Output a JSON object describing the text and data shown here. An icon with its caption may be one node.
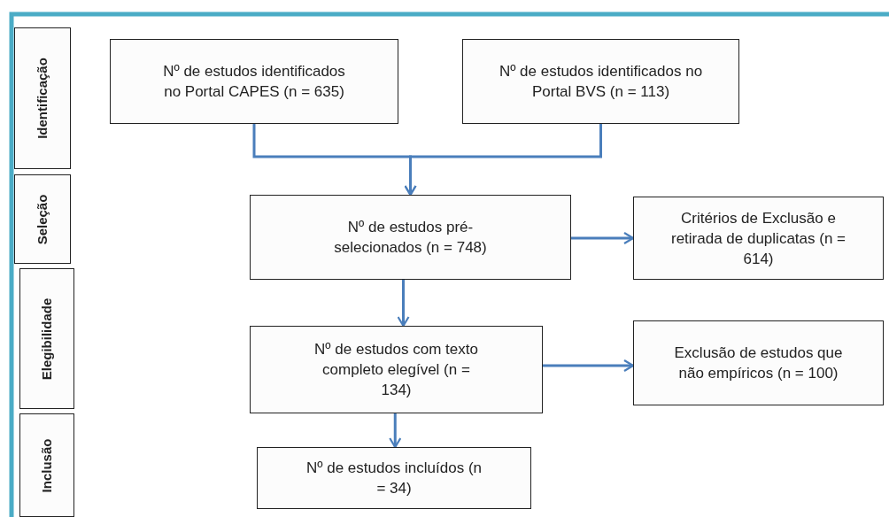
{
  "diagram": {
    "nodes": [
      {
        "text": [
          "Identificação"
        ]
      },
      {
        "text": [
          "Seleção"
        ]
      },
      {
        "text": [
          "Elegibilidade"
        ]
      },
      {
        "text": [
          "Inclusão"
        ]
      },
      {
        "text": [
          "Nº de estudos identificados no Portal CAPES (n = 635)"
        ]
      },
      {
        "text": [
          "Nº de estudos identificados no Portal BVS (n = 113)"
        ]
      },
      {
        "text": [
          "Nº de estudos pré-selecionados (n = 748)"
        ]
      },
      {
        "text": [
          "Critérios de Exclusão e retirada de duplicatas (n = 614)"
        ]
      },
      {
        "text": [
          "Nº de estudos com texto completo elegível (n = 134)"
        ]
      },
      {
        "text": [
          "Exclusão de estudos que não empíricos (n = 100)"
        ]
      },
      {
        "text": [
          "Nº de estudos incluídos (n = 34)"
        ]
      }
    ],
    "edges": [
      {
        "from": 4,
        "to": 6,
        "arrow": "to"
      },
      {
        "from": 5,
        "to": 6,
        "arrow": "to"
      },
      {
        "from": 6,
        "to": 7,
        "arrow": "to"
      },
      {
        "from": 6,
        "to": 8,
        "arrow": "to"
      },
      {
        "from": 8,
        "to": 9,
        "arrow": "to"
      },
      {
        "from": 8,
        "to": 10,
        "arrow": "to"
      }
    ]
  }
}
